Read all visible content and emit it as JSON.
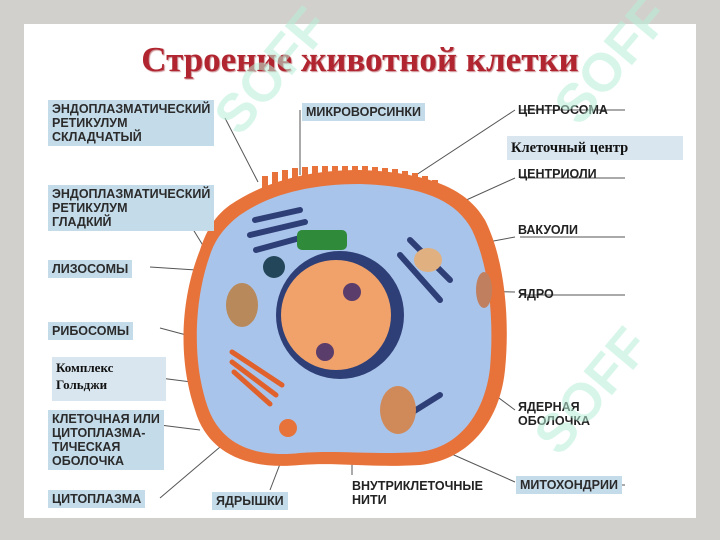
{
  "title": "Строение животной клетки",
  "labels": {
    "er_rough": "ЭНДОПЛАЗМАТИЧЕСКИЙ\nРЕТИКУЛУМ\nСКЛАДЧАТЫЙ",
    "er_smooth": "ЭНДОПЛАЗМАТИЧЕСКИЙ\nРЕТИКУЛУМ\nГЛАДКИЙ",
    "lysosomes": "ЛИЗОСОМЫ",
    "ribosomes": "РИБОСОМЫ",
    "golgi": "Комплекс\nГольджи",
    "membrane": "КЛЕТОЧНАЯ ИЛИ\nЦИТОПЛАЗМА-\nТИЧЕСКАЯ\nОБОЛОЧКА",
    "cytoplasm": "ЦИТОПЛАЗМА",
    "nucleoli": "ЯДРЫШКИ",
    "filaments": "ВНУТРИКЛЕТОЧНЫЕ\nНИТИ",
    "mitochondria": "МИТОХОНДРИИ",
    "nuclear_envelope": "ЯДЕРНАЯ\nОБОЛОЧКА",
    "nucleus": "ЯДРО",
    "vacuoles": "ВАКУОЛИ",
    "centrioles": "ЦЕНТРИОЛИ",
    "cell_center": "Клеточный центр",
    "centrosome": "ЦЕНТРОСОМА",
    "microvilli": "МИКРОВОРСИНКИ"
  },
  "watermark": "SOFF",
  "colors": {
    "title": "#b0252f",
    "label_bg": "#c4dbea",
    "cytoplasm": "#a9c4ea",
    "nucleus": "#f0a26a",
    "membrane": "#e8733a",
    "er_rough": "#2e3f78",
    "golgi": "#e0612b",
    "centrosome": "#2f8a3a"
  }
}
